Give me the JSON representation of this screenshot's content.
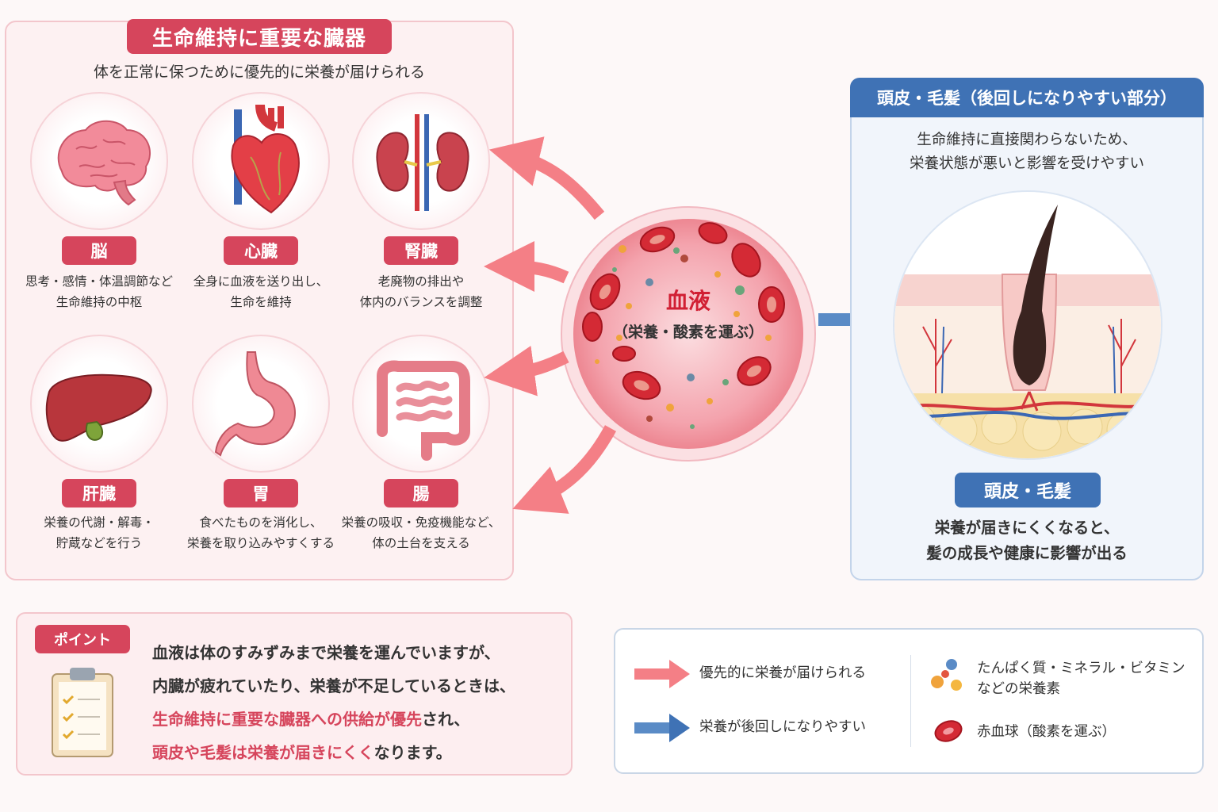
{
  "organs_panel": {
    "title": "生命維持に重要な臓器",
    "subtitle": "体を正常に保つために優先的に栄養が届けられる",
    "organs": [
      {
        "label": "脳",
        "desc_line1": "思考・感情・体温調節など",
        "desc_line2": "生命維持の中枢",
        "icon": "brain-icon"
      },
      {
        "label": "心臓",
        "desc_line1": "全身に血液を送り出し、",
        "desc_line2": "生命を維持",
        "icon": "heart-icon"
      },
      {
        "label": "腎臓",
        "desc_line1": "老廃物の排出や",
        "desc_line2": "体内のバランスを調整",
        "icon": "kidneys-icon"
      },
      {
        "label": "肝臓",
        "desc_line1": "栄養の代謝・解毒・",
        "desc_line2": "貯蔵などを行う",
        "icon": "liver-icon"
      },
      {
        "label": "胃",
        "desc_line1": "食べたものを消化し、",
        "desc_line2": "栄養を取り込みやすくする",
        "icon": "stomach-icon"
      },
      {
        "label": "腸",
        "desc_line1": "栄養の吸収・免疫機能など、",
        "desc_line2": "体の土台を支える",
        "icon": "intestines-icon"
      }
    ]
  },
  "blood": {
    "title": "血液",
    "subtitle": "（栄養・酸素を運ぶ）"
  },
  "scalp_panel": {
    "title": "頭皮・毛髪（後回しになりやすい部分）",
    "subtitle_line1": "生命維持に直接関わらないため、",
    "subtitle_line2": "栄養状態が悪いと影響を受けやすい",
    "label": "頭皮・毛髪",
    "desc_line1": "栄養が届きにくくなると、",
    "desc_line2": "髪の成長や健康に影響が出る"
  },
  "point": {
    "badge": "ポイント",
    "line1": "血液は体のすみずみまで栄養を運んでいますが、",
    "line2": "内臓が疲れていたり、栄養が不足しているときは、",
    "line3_em": "生命維持に重要な臓器への供給が優先",
    "line3_rest": "され、",
    "line4_em": "頭皮や毛髪は栄養が届きにくく",
    "line4_rest": "なります。"
  },
  "legend": {
    "red_arrow": "優先的に栄養が届けられる",
    "blue_arrow": "栄養が後回しになりやすい",
    "nutrients_line1": "たんぱく質・ミネラル・ビタミン",
    "nutrients_line2": "などの栄養素",
    "rbc": "赤血球（酸素を運ぶ）"
  },
  "colors": {
    "accent_red": "#d6455c",
    "accent_blue": "#3f72b5",
    "arrow_red": "#f47f86",
    "blood_red": "#d11f33"
  }
}
